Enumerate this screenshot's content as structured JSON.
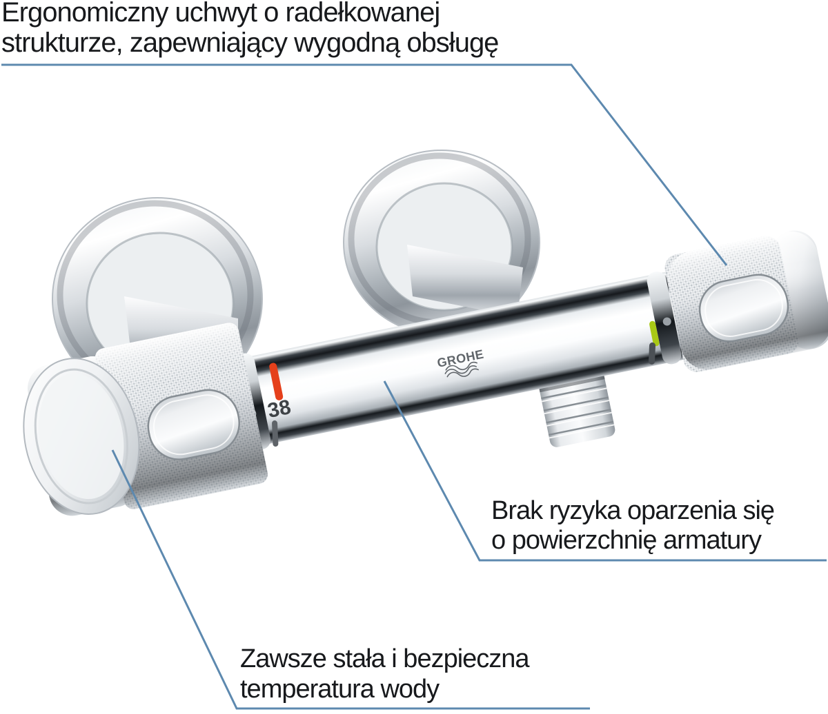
{
  "brand": {
    "logo_text": "GROHE"
  },
  "callouts": {
    "ergonomic_handle": {
      "line1": "Ergonomiczny uchwyt o radełkowanej",
      "line2": "strukturze, zapewniający wygodną obsługę"
    },
    "no_scald_risk": {
      "line1": "Brak ryzyka oparzenia się",
      "line2": "o powierzchnię armatury"
    },
    "safe_temperature": {
      "line1": "Zawsze stała i bezpieczna",
      "line2": "temperatura wody"
    }
  },
  "faucet": {
    "temperature_mark": "38",
    "safety_stop_color": "#e5401b",
    "eco_stop_color": "#a9c916"
  },
  "style": {
    "leader_line_color": "#5d89af",
    "text_color": "#17191c"
  }
}
